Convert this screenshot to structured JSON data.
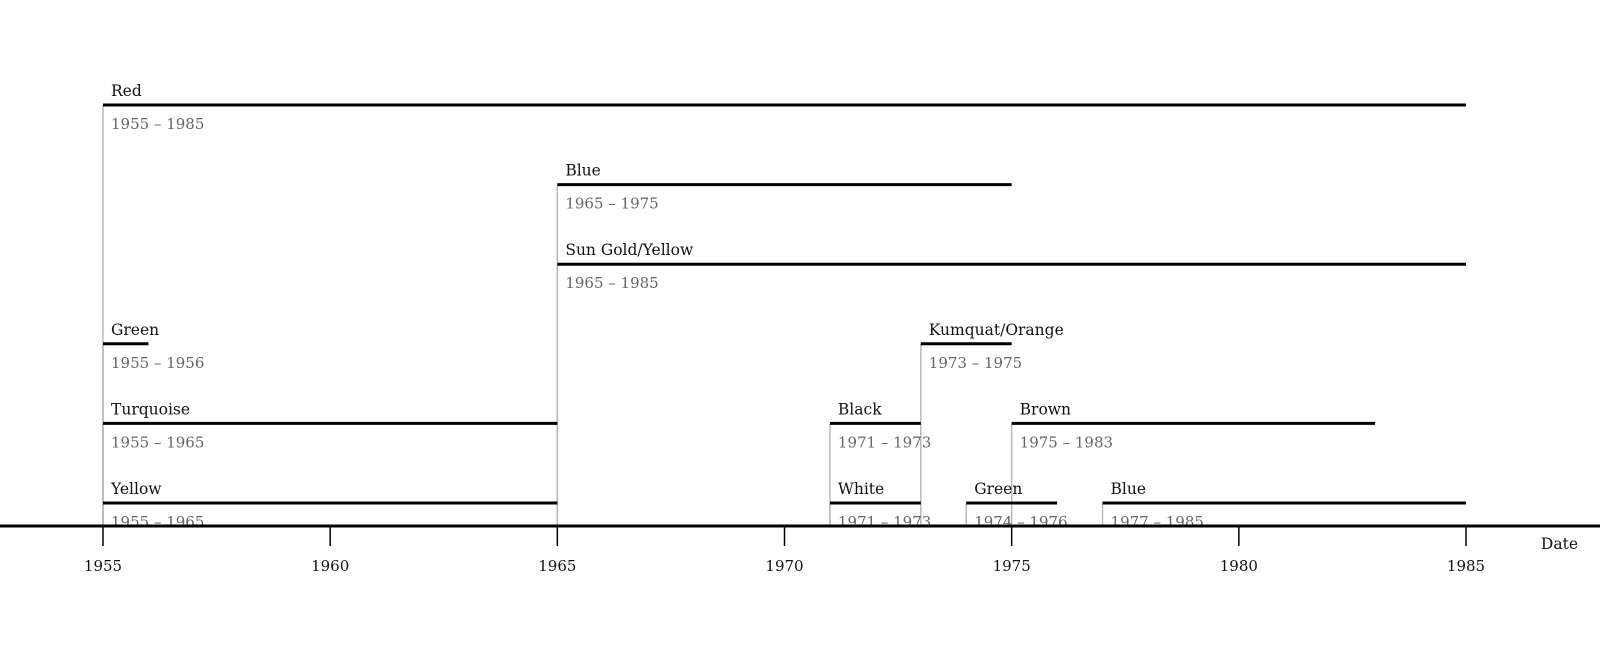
{
  "chart_data": {
    "type": "timeline",
    "xlabel": "Date",
    "xlim": [
      1955,
      1985
    ],
    "ticks": [
      1955,
      1960,
      1965,
      1970,
      1975,
      1980,
      1985
    ],
    "tick_labels": [
      "1955",
      "1960",
      "1965",
      "1970",
      "1975",
      "1980",
      "1985"
    ],
    "bars": [
      {
        "name": "Red",
        "start": 1955,
        "end": 1985,
        "range_label": "1955 – 1985",
        "row": 0
      },
      {
        "name": "Blue",
        "start": 1965,
        "end": 1975,
        "range_label": "1965 – 1975",
        "row": 1
      },
      {
        "name": "Sun Gold/Yellow",
        "start": 1965,
        "end": 1985,
        "range_label": "1965 – 1985",
        "row": 2
      },
      {
        "name": "Green",
        "start": 1955,
        "end": 1956,
        "range_label": "1955 – 1956",
        "row": 3
      },
      {
        "name": "Kumquat/Orange",
        "start": 1973,
        "end": 1975,
        "range_label": "1973 – 1975",
        "row": 3
      },
      {
        "name": "Turquoise",
        "start": 1955,
        "end": 1965,
        "range_label": "1955 – 1965",
        "row": 4
      },
      {
        "name": "Black",
        "start": 1971,
        "end": 1973,
        "range_label": "1971 – 1973",
        "row": 4
      },
      {
        "name": "Brown",
        "start": 1975,
        "end": 1983,
        "range_label": "1975 – 1983",
        "row": 4
      },
      {
        "name": "Yellow",
        "start": 1955,
        "end": 1965,
        "range_label": "1955 – 1965",
        "row": 5
      },
      {
        "name": "White",
        "start": 1971,
        "end": 1973,
        "range_label": "1971 – 1973",
        "row": 5
      },
      {
        "name": "Green",
        "start": 1974,
        "end": 1976,
        "range_label": "1974 – 1976",
        "row": 5
      },
      {
        "name": "Blue",
        "start": 1977,
        "end": 1985,
        "range_label": "1977 – 1985",
        "row": 5
      }
    ],
    "grid": false,
    "colors": {
      "bar": "#000000",
      "connector": "#b5b5b5",
      "label": "#111111",
      "range": "#666666"
    }
  }
}
